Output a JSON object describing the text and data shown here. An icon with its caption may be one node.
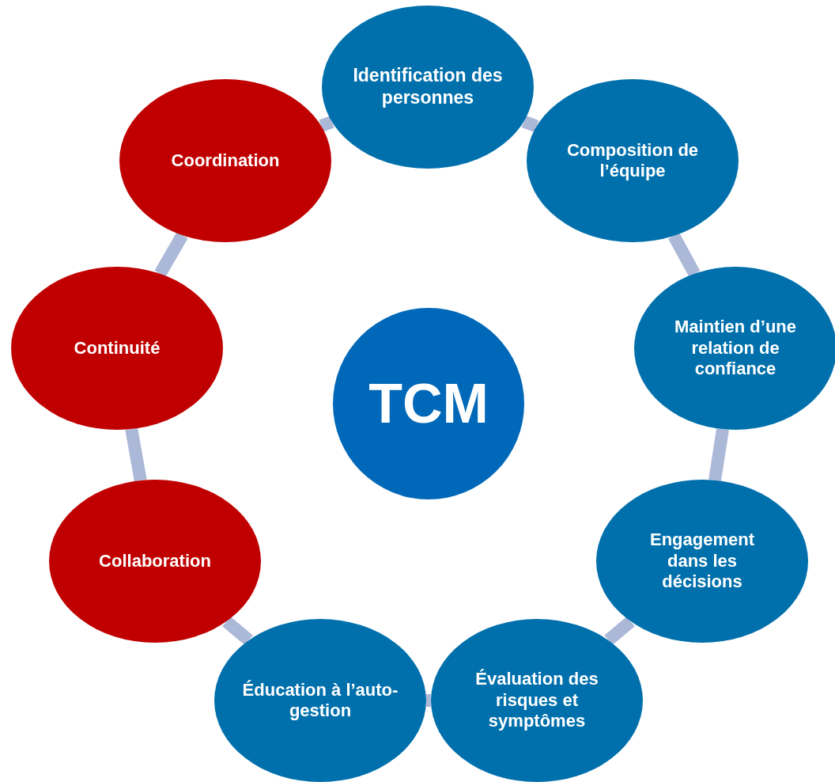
{
  "diagram": {
    "nodes": [
      {
        "text": [
          "Identification des personnes"
        ]
      },
      {
        "text": [
          "Composition de l’équipe"
        ]
      },
      {
        "text": [
          "Maintien d’une relation de confiance"
        ]
      },
      {
        "text": [
          "Engagement dans les décisions"
        ]
      },
      {
        "text": [
          "Évaluation des risques et symptômes"
        ]
      },
      {
        "text": [
          "Éducation à l’auto-gestion"
        ]
      },
      {
        "text": [
          "Collaboration"
        ]
      },
      {
        "text": [
          "Continuité"
        ]
      },
      {
        "text": [
          "Coordination"
        ]
      },
      {
        "text": [
          "TCM"
        ]
      }
    ],
    "edges": [
      {
        "from": 0,
        "to": 1,
        "arrow": "none"
      },
      {
        "from": 1,
        "to": 2,
        "arrow": "none"
      },
      {
        "from": 2,
        "to": 3,
        "arrow": "none"
      },
      {
        "from": 3,
        "to": 4,
        "arrow": "none"
      },
      {
        "from": 4,
        "to": 5,
        "arrow": "none"
      },
      {
        "from": 5,
        "to": 6,
        "arrow": "none"
      },
      {
        "from": 6,
        "to": 7,
        "arrow": "none"
      },
      {
        "from": 7,
        "to": 8,
        "arrow": "none"
      },
      {
        "from": 8,
        "to": 0,
        "arrow": "none"
      }
    ]
  }
}
